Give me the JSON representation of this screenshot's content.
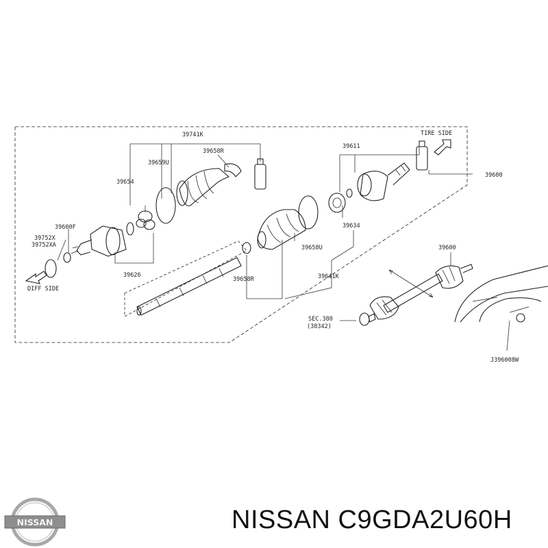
{
  "diagram": {
    "labels": {
      "boot_kit_inner": "39741K",
      "boot_band_r_top": "39658R",
      "boot_band_u_top": "39659U",
      "spider": "39654",
      "circlip": "39600F",
      "snap_ring_x": "39752X",
      "snap_ring_xa": "39752XA",
      "housing_inner": "39626",
      "tire_side": "TIRE SIDE",
      "diff_side": "DIFF SIDE",
      "outer_joint": "39611",
      "assembly_top": "39600",
      "stopper": "39634",
      "boot_band_u_mid": "39658U",
      "boot_band_r_bottom": "39658R",
      "boot_kit_outer": "39641K",
      "assembly_car": "39600",
      "sec_ref_1": "SEC.380",
      "sec_ref_2": "(38342)",
      "drawing_id": "J396008W"
    }
  },
  "caption": {
    "brand": "NISSAN",
    "part_number": "C9GDA2U60H"
  },
  "logo": {
    "text": "NISSAN",
    "color": "#9a9a9a"
  }
}
